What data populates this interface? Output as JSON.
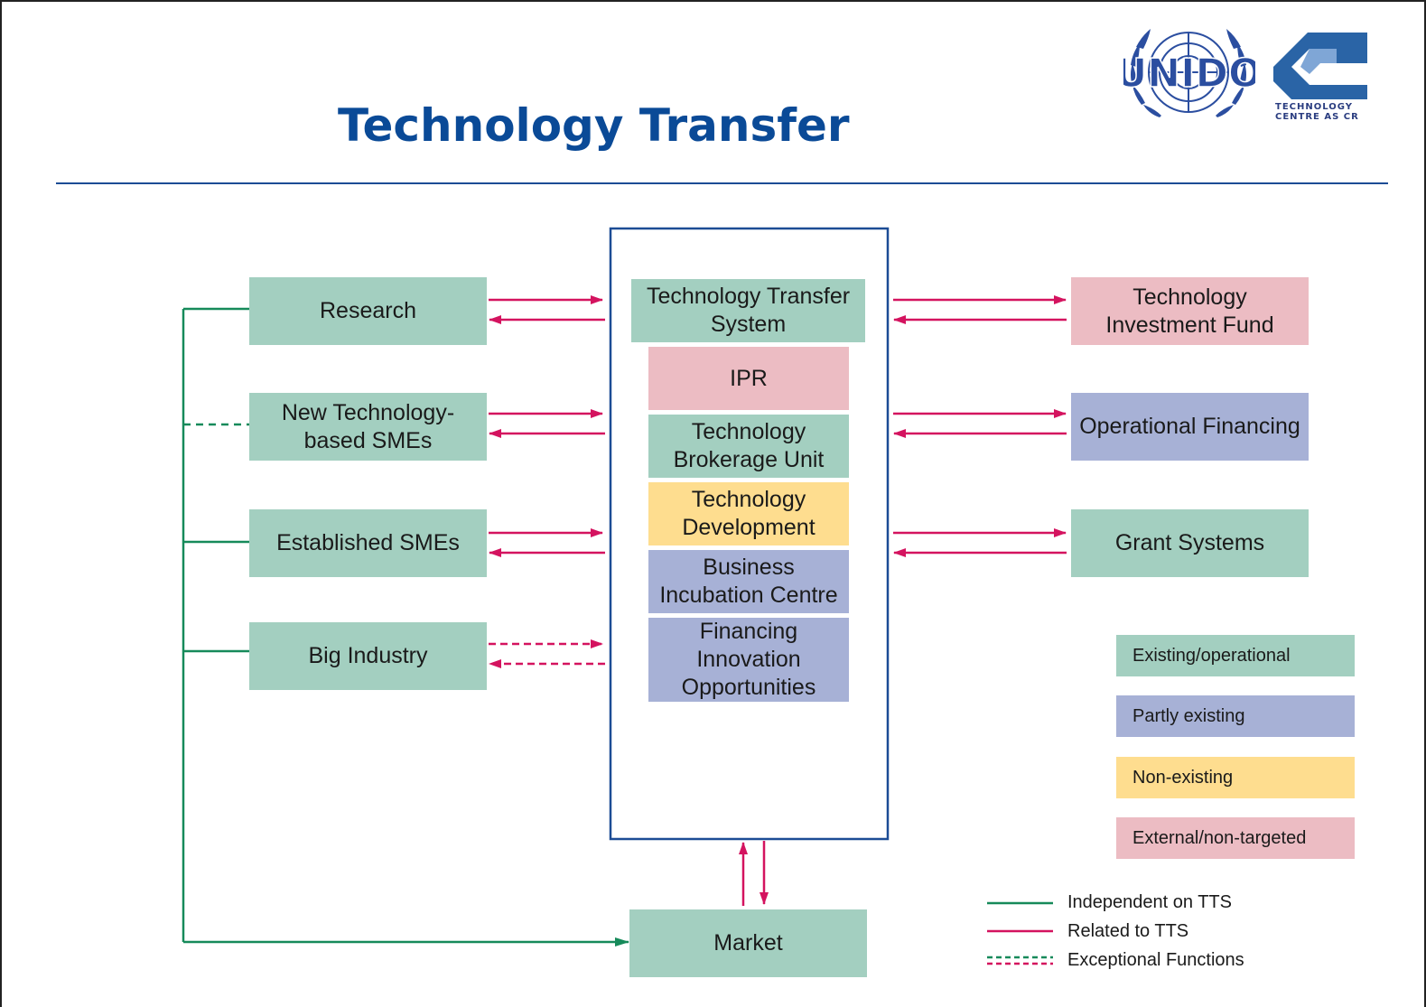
{
  "title": "Technology Transfer",
  "logos": {
    "unido": "UNIDO",
    "tc_line1": "TECHNOLOGY",
    "tc_line2": "CENTRE AS CR"
  },
  "colors": {
    "existing": "#a3cfc0",
    "partly": "#a7b1d6",
    "non_existing": "#fedd8f",
    "external": "#ecbcc3",
    "independent_line": "#168a5a",
    "related_line": "#d4135f",
    "title": "#0a4a97"
  },
  "left_nodes": [
    {
      "label": "Research",
      "status": "existing"
    },
    {
      "label": "New Technology-based SMEs",
      "status": "existing"
    },
    {
      "label": "Established SMEs",
      "status": "existing"
    },
    {
      "label": "Big Industry",
      "status": "existing"
    }
  ],
  "center": {
    "header": "Technology Transfer System",
    "components": [
      {
        "label": "IPR",
        "status": "external"
      },
      {
        "label": "Technology Brokerage Unit",
        "status": "existing"
      },
      {
        "label": "Technology Development",
        "status": "non_existing"
      },
      {
        "label": "Business Incubation Centre",
        "status": "partly"
      },
      {
        "label": "Financing Innovation Opportunities",
        "status": "partly"
      }
    ]
  },
  "right_nodes": [
    {
      "label": "Technology Investment Fund",
      "status": "external"
    },
    {
      "label": "Operational Financing",
      "status": "partly"
    },
    {
      "label": "Grant Systems",
      "status": "existing"
    }
  ],
  "bottom_node": {
    "label": "Market",
    "status": "existing"
  },
  "legend": {
    "boxes": [
      {
        "label": "Existing/operational",
        "status": "existing"
      },
      {
        "label": "Partly existing",
        "status": "partly"
      },
      {
        "label": "Non-existing",
        "status": "non_existing"
      },
      {
        "label": "External/non-targeted",
        "status": "external"
      }
    ],
    "lines": [
      {
        "label": "Independent on TTS",
        "style": "solid-green"
      },
      {
        "label": "Related to TTS",
        "style": "solid-red"
      },
      {
        "label": "Exceptional Functions",
        "style": "dashed-both"
      }
    ]
  }
}
